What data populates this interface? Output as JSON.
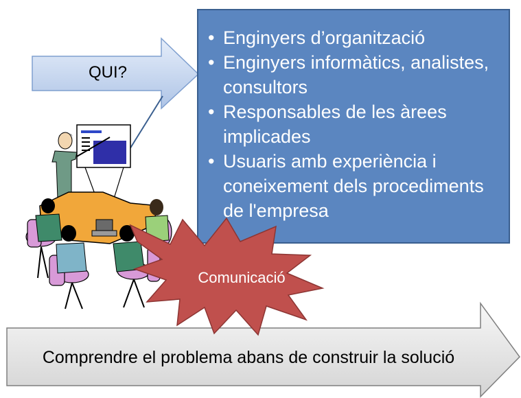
{
  "question_arrow": {
    "label": "QUI?"
  },
  "participants": {
    "items": [
      "Enginyers d’organització",
      "Enginyers informàtics, analistes, consultors",
      "Responsables de les àrees implicades",
      "Usuaris amb experiència i coneixement dels procediments de l'empresa"
    ]
  },
  "burst": {
    "label": "Comunicació"
  },
  "bottom_arrow": {
    "label": "Comprendre el problema abans de construir la solució"
  },
  "colors": {
    "list_box": "#5b86c0",
    "list_border": "#3a5f8f",
    "arrow_fill": "#cad9ef",
    "burst_fill": "#c0504d",
    "bottom_fill": "#e8e8e8"
  },
  "icons": {
    "illustration": "meeting-presentation-clipart"
  }
}
